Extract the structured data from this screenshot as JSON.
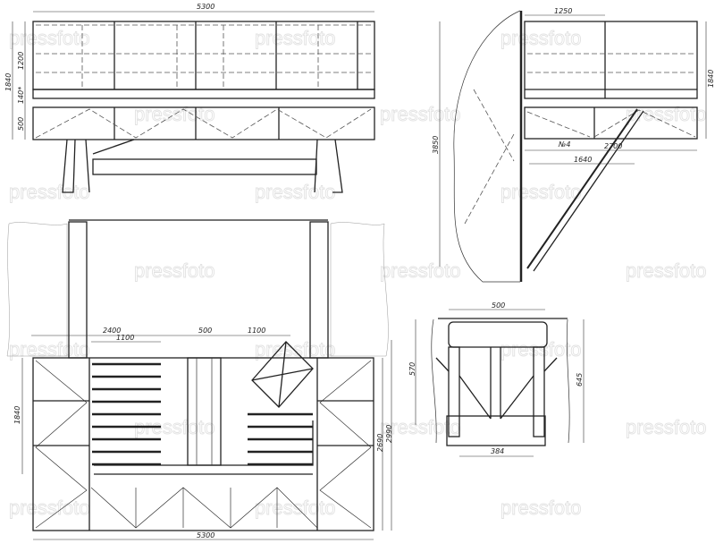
{
  "watermark": {
    "text": "pressfoto"
  },
  "front_view": {
    "width": "5300",
    "height_total": "1840",
    "height_upper": "1200",
    "height_gap": "140*",
    "height_lower": "500"
  },
  "side_view": {
    "top_width": "1250",
    "height": "1840",
    "wall_height": "3850",
    "part_no": "№4",
    "depth": "2700",
    "strut_offset": "1640"
  },
  "plan_view": {
    "dim_2400": "2400",
    "dim_1100_left": "1100",
    "dim_500": "500",
    "dim_1100_right": "1100",
    "dim_1840": "1840",
    "dim_2690": "2690",
    "dim_2990": "2990",
    "width": "5300"
  },
  "section_view": {
    "top_width": "500",
    "height_inner": "570",
    "height_total": "645",
    "base_width": "384"
  }
}
